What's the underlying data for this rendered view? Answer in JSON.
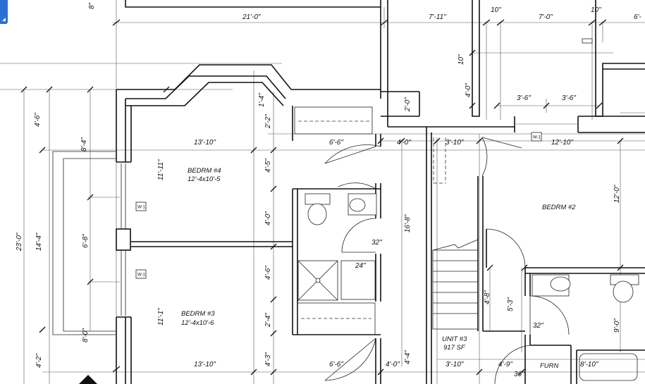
{
  "dims": {
    "top_8": "8\"",
    "top_21_0": "21'-0\"",
    "top_7_11": "7'-11\"",
    "top_10_a": "10\"",
    "top_7_0": "7'-0\"",
    "top_10_b": "10\"",
    "top_6": "6'-",
    "right_10": "10\"",
    "right_4_0": "4'-0\"",
    "right_3_6_a": "3'-6\"",
    "right_3_6_b": "3'-6\"",
    "right_2_0": "2'-0\"",
    "left_4_6": "4'-6\"",
    "left_8_4": "8'-4\"",
    "left_23_0": "23'-0\"",
    "left_14_4": "14'-4\"",
    "left_6_8": "6'-8\"",
    "left_8_0": "8'-0\"",
    "left_4_2": "4'-2\"",
    "mid_1_4": "1'-4\"",
    "mid_2_2": "2'-2\"",
    "mid_4_5": "4'-5\"",
    "mid_4_0": "4'-0\"",
    "mid_4_6": "4'-6\"",
    "mid_2_4": "2'-4\"",
    "mid_4_3": "4'-3\"",
    "b4_13_10": "13'-10\"",
    "b4_11_11": "11'-11\"",
    "b3_11_1": "11'-1\"",
    "b3_13_10": "13'-10\"",
    "closet_6_6_a": "6'-6\"",
    "closet_6_6_b": "6'-6\"",
    "hall_4_0_a": "4'-0\"",
    "hall_3_10_a": "3'-10\"",
    "b2_12_10": "12'-10\"",
    "b2_12_0": "12'-0\"",
    "bath_16_8": "16'-8\"",
    "bath_32_a": "32\"",
    "bath_24": "24\"",
    "stair_4_8": "4'-8\"",
    "stair_5_3": "5'-3\"",
    "bath2_32": "32\"",
    "bath2_9_0": "9'-0\"",
    "bot_4_0": "4'-0\"",
    "bot_4_4": "4'-4\"",
    "bot_3_10": "3'-10\"",
    "bot_4_9": "4'-9\"",
    "bot_36": "36\"",
    "bot_8_10": "8'-10\""
  },
  "rooms": {
    "bedrm4_name": "BEDRM #4",
    "bedrm4_size": "12'-4x10'-5",
    "bedrm3_name": "BEDRM #3",
    "bedrm3_size": "12'-4x10'-6",
    "bedrm2_name": "BEDRM #2",
    "unit_name": "UNIT #3",
    "unit_area": "917 SF",
    "furn": "FURN"
  },
  "window_tag": "W-1"
}
